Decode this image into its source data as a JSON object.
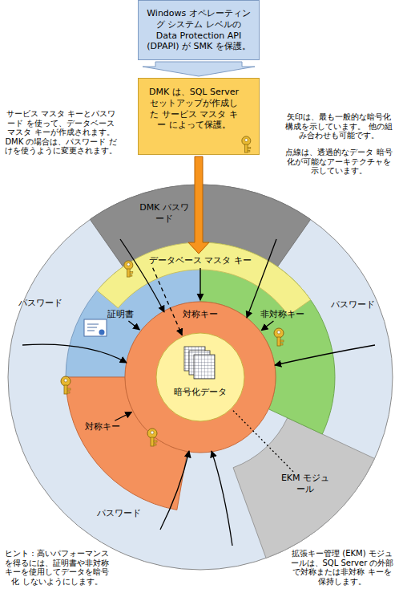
{
  "diagram": {
    "nodes": [
      {
        "text": [
          "Windows オペレーティング システム レベルの Data Protection API (DPAPI) が SMK を保護。"
        ]
      },
      {
        "text": [
          "DMK は、SQL Server セットアップが作成した サービス マスタ キー によって保護。"
        ]
      },
      {
        "text": [
          "DMK パスワード"
        ]
      },
      {
        "text": [
          "データベース マスタ キー"
        ]
      },
      {
        "text": [
          "証明書"
        ]
      },
      {
        "text": [
          "非対称キー"
        ]
      },
      {
        "text": [
          "対称キー"
        ]
      },
      {
        "text": [
          "対称キー"
        ]
      },
      {
        "text": [
          "暗号化データ"
        ],
        "in": 7
      },
      {
        "text": [
          "EKM モジュール"
        ]
      }
    ],
    "edges": [
      {
        "from": 0,
        "to": 1,
        "arrow": "to"
      },
      {
        "from": 1,
        "to": 3,
        "arrow": "to"
      },
      {
        "from": 3,
        "to": 7,
        "arrow": "to"
      },
      {
        "from": 3,
        "to": 8,
        "arrow": "to"
      },
      {
        "from": 4,
        "to": 7,
        "arrow": "to"
      },
      {
        "from": 5,
        "to": 7,
        "arrow": "to"
      },
      {
        "from": 6,
        "to": 7,
        "arrow": "to"
      },
      {
        "from": 9,
        "to": 8,
        "arrow": "none"
      }
    ],
    "labels": [
      "サービス マスタ キーとパスワード を使って、データベース マスタ キーが作成されます。 DMK の場合は、パスワード だけを使うように変更されます。",
      "矢印は、最も一般的な暗号化 構成を示しています。 他の組み合わせも可能です。",
      "点線は、透過的なデータ 暗号化が可能なアーキテクチャを示しています。",
      "パスワード",
      "パスワード",
      "パスワード",
      "ヒント : 高いパフォーマンス を得るには、証明書や非対称キーを使用してデータを暗号化 しないようにします。",
      "拡張キー管理 (EKM) モジュールは、SQL Server の外部で対称または非対称 キーを保持します。"
    ]
  }
}
